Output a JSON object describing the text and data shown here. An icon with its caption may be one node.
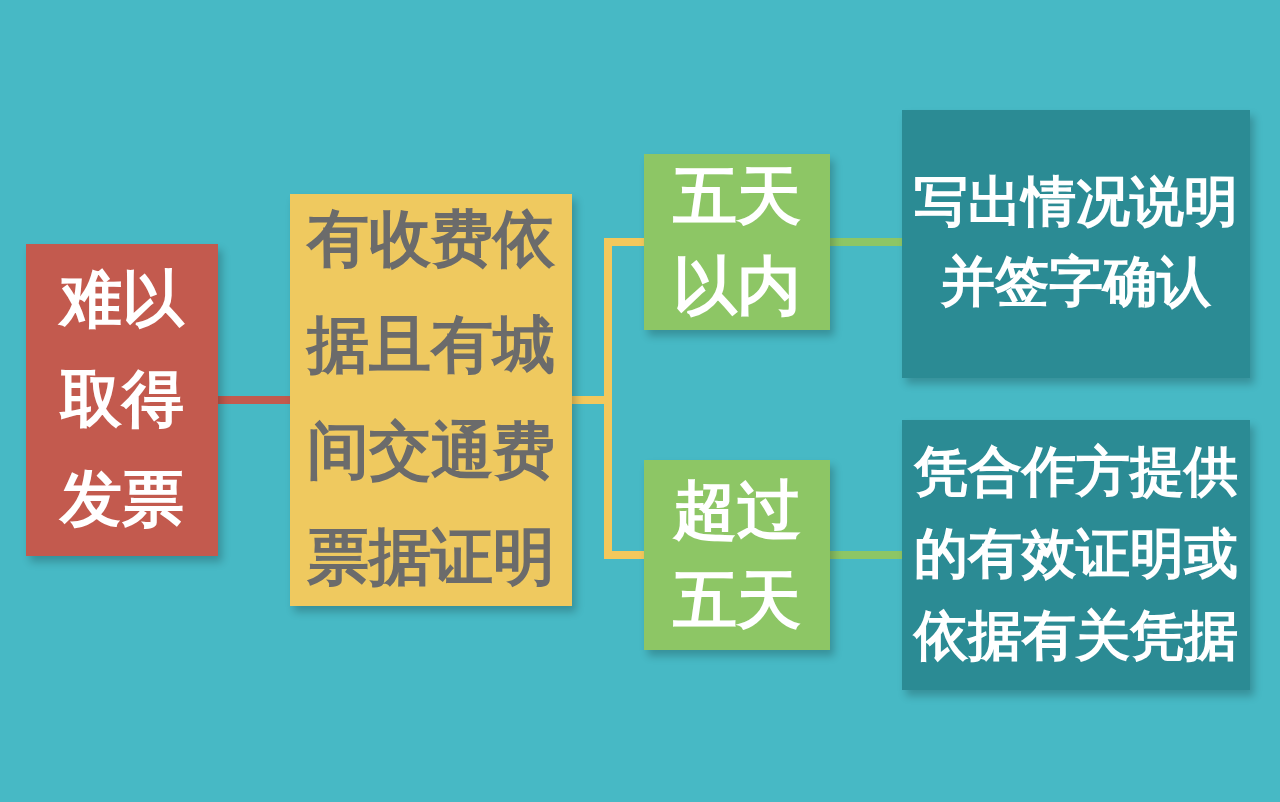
{
  "diagram": {
    "nodes": [
      {
        "text": [
          "难以取得发票"
        ]
      },
      {
        "text": [
          "有收费依据且有城间交通费票据证明"
        ]
      },
      {
        "text": [
          "五天以内"
        ]
      },
      {
        "text": [
          "超过五天"
        ]
      },
      {
        "text": [
          "写出情况说明并签字确认"
        ]
      },
      {
        "text": [
          "凭合作方提供的有效证明或依据有关凭据"
        ]
      }
    ],
    "edges": [
      {
        "from": 0,
        "to": 1,
        "arrow": "none",
        "color": "#c35a4e"
      },
      {
        "from": 1,
        "to": 2,
        "arrow": "none",
        "color": "#f3c85c"
      },
      {
        "from": 1,
        "to": 3,
        "arrow": "none",
        "color": "#f3c85c"
      },
      {
        "from": 2,
        "to": 4,
        "arrow": "none",
        "color": "#8dc665"
      },
      {
        "from": 3,
        "to": 5,
        "arrow": "none",
        "color": "#8dc665"
      }
    ]
  }
}
